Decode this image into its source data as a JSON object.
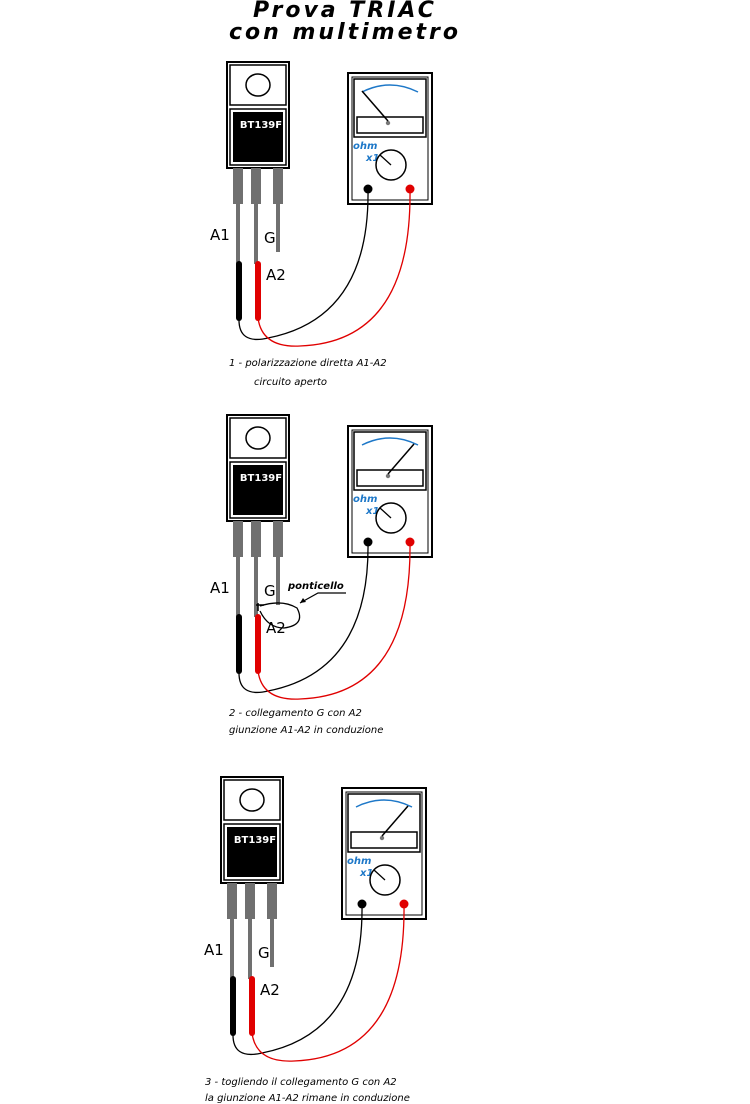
{
  "title": {
    "line1": "Prova TRIAC",
    "line2": "con multimetro"
  },
  "colors": {
    "red_lead": "#e00000",
    "black_lead": "#000000",
    "scale": "#1e78c8",
    "pin": "#707070"
  },
  "panels": [
    {
      "chip_label": "BT139F",
      "labels": {
        "a1": "A1",
        "g": "G",
        "a2": "A2"
      },
      "meter": {
        "unit": "ohm",
        "range": "x1",
        "needle": "left"
      },
      "bridge": null,
      "caption": [
        "1 - polarizzazione diretta A1-A2",
        "circuito aperto"
      ]
    },
    {
      "chip_label": "BT139F",
      "labels": {
        "a1": "A1",
        "g": "G",
        "a2": "A2"
      },
      "meter": {
        "unit": "ohm",
        "range": "x1",
        "needle": "right"
      },
      "bridge": "ponticello",
      "caption": [
        "2 - collegamento G con A2",
        "giunzione A1-A2  in conduzione"
      ]
    },
    {
      "chip_label": "BT139F",
      "labels": {
        "a1": "A1",
        "g": "G",
        "a2": "A2"
      },
      "meter": {
        "unit": "ohm",
        "range": "x1",
        "needle": "right"
      },
      "bridge": null,
      "caption": [
        "3 - togliendo il collegamento G con A2",
        "la giunzione A1-A2 rimane in conduzione"
      ]
    }
  ]
}
